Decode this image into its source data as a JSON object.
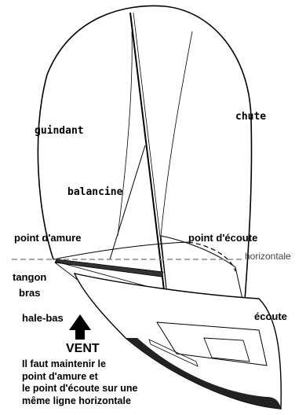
{
  "labels": {
    "guindant": "guindant",
    "chute": "chute",
    "balancine": "balancine",
    "point_amure": "point d'amure",
    "point_ecoute": "point d'écoute",
    "horizontale": "horizontale",
    "tangon": "tangon",
    "bras": "bras",
    "hale_bas": "hale-bas",
    "ecoute": "écoute",
    "vent": "VENT"
  },
  "note": {
    "line1": "Il faut maintenir le",
    "line2": "point d'amure et",
    "line3": "le point d'écoute sur une",
    "line4": "même ligne horizontale"
  },
  "colors": {
    "ink": "#000000",
    "arrow": "#000000",
    "horizontal_line": "#888888",
    "hull_shadow": "#222222"
  }
}
